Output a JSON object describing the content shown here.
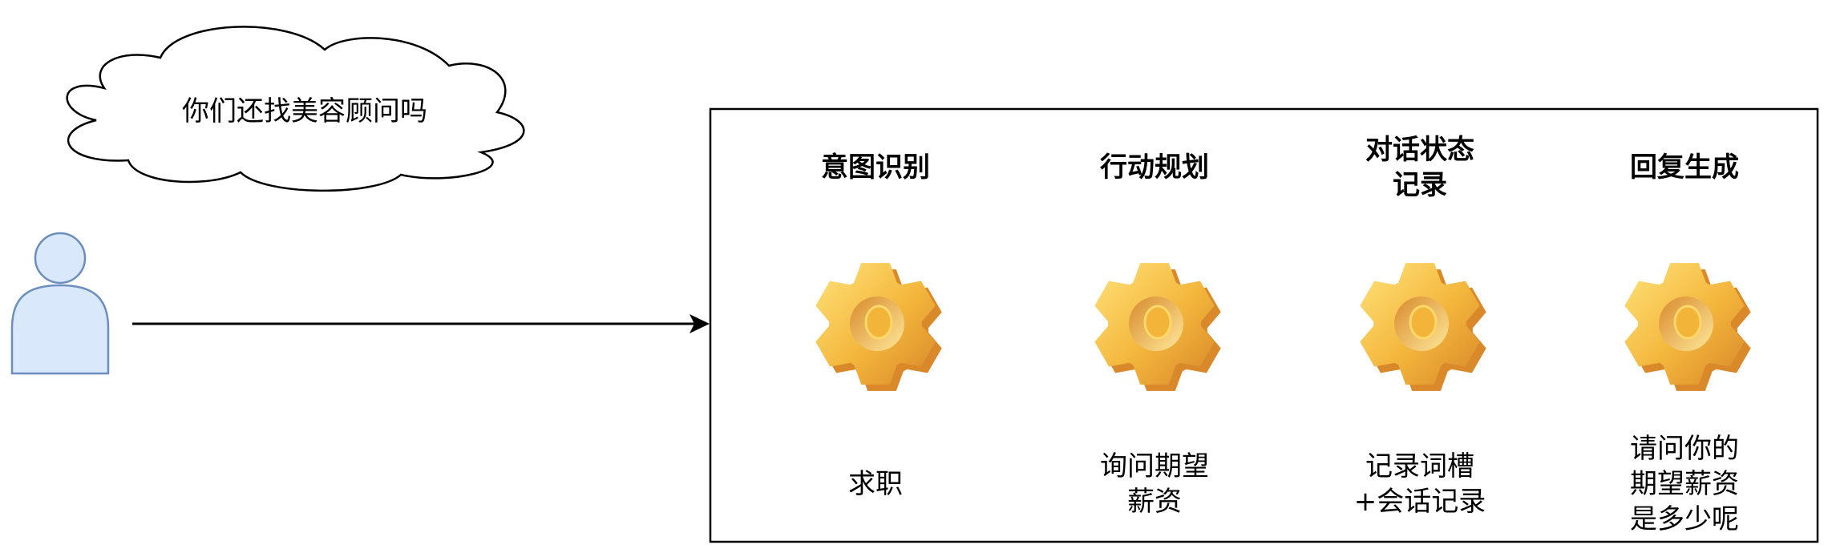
{
  "user": {
    "icon": "user-icon",
    "fill": "#dae8fc",
    "stroke": "#6c8ebf"
  },
  "speech": {
    "text": "你们还找美容顾问吗"
  },
  "modules": [
    {
      "title": "意图识别",
      "output": "求职",
      "icon": "gear-icon"
    },
    {
      "title": "行动规划",
      "output": "询问期望\n薪资",
      "icon": "gear-icon"
    },
    {
      "title": "对话状态\n记录",
      "output": "记录词槽\n+会话记录",
      "icon": "gear-icon"
    },
    {
      "title": "回复生成",
      "output": "请问你的\n期望薪资\n是多少呢",
      "icon": "gear-icon"
    }
  ],
  "colors": {
    "gear_light": "#ffd86b",
    "gear_mid": "#f2b53a",
    "gear_dark": "#d9892a"
  }
}
